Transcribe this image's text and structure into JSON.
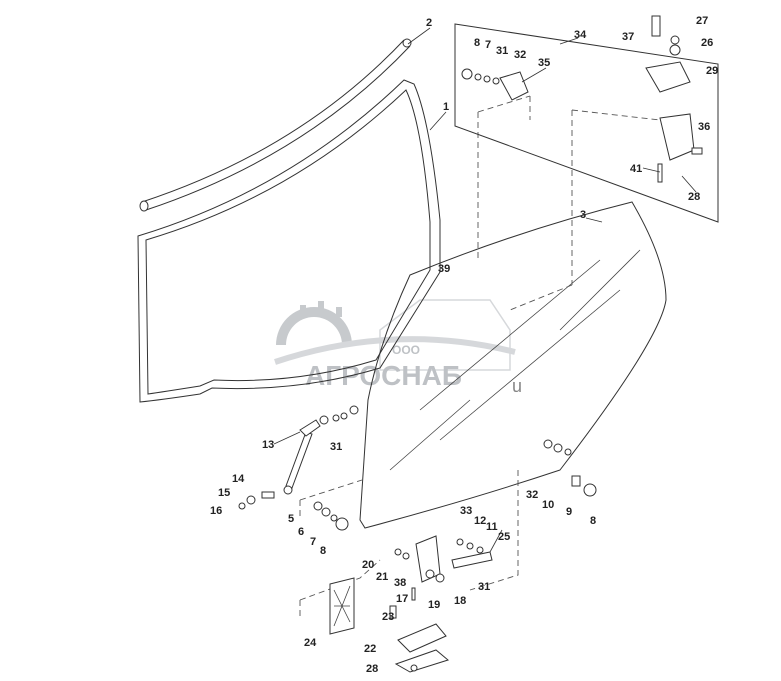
{
  "diagram": {
    "watermark": {
      "prefix": "ООО",
      "brand": "АГРОСНАБ",
      "suffix": "u"
    },
    "callouts": [
      {
        "id": "c2",
        "label": "2"
      },
      {
        "id": "c1",
        "label": "1"
      },
      {
        "id": "c34",
        "label": "34"
      },
      {
        "id": "c8a",
        "label": "8"
      },
      {
        "id": "c7a",
        "label": "7"
      },
      {
        "id": "c31a",
        "label": "31"
      },
      {
        "id": "c32a",
        "label": "32"
      },
      {
        "id": "c35",
        "label": "35"
      },
      {
        "id": "c37",
        "label": "37"
      },
      {
        "id": "c27",
        "label": "27"
      },
      {
        "id": "c26",
        "label": "26"
      },
      {
        "id": "c29",
        "label": "29"
      },
      {
        "id": "c36",
        "label": "36"
      },
      {
        "id": "c41",
        "label": "41"
      },
      {
        "id": "c28a",
        "label": "28"
      },
      {
        "id": "c3",
        "label": "3"
      },
      {
        "id": "c39",
        "label": "39"
      },
      {
        "id": "c13",
        "label": "13"
      },
      {
        "id": "c31b",
        "label": "31"
      },
      {
        "id": "c14",
        "label": "14"
      },
      {
        "id": "c15",
        "label": "15"
      },
      {
        "id": "c16",
        "label": "16"
      },
      {
        "id": "c5",
        "label": "5"
      },
      {
        "id": "c6",
        "label": "6"
      },
      {
        "id": "c7b",
        "label": "7"
      },
      {
        "id": "c8b",
        "label": "8"
      },
      {
        "id": "c32b",
        "label": "32"
      },
      {
        "id": "c10",
        "label": "10"
      },
      {
        "id": "c9",
        "label": "9"
      },
      {
        "id": "c8c",
        "label": "8"
      },
      {
        "id": "c33",
        "label": "33"
      },
      {
        "id": "c12",
        "label": "12"
      },
      {
        "id": "c11",
        "label": "11"
      },
      {
        "id": "c25",
        "label": "25"
      },
      {
        "id": "c20",
        "label": "20"
      },
      {
        "id": "c21",
        "label": "21"
      },
      {
        "id": "c38",
        "label": "38"
      },
      {
        "id": "c17",
        "label": "17"
      },
      {
        "id": "c19",
        "label": "19"
      },
      {
        "id": "c18",
        "label": "18"
      },
      {
        "id": "c31c",
        "label": "31"
      },
      {
        "id": "c23",
        "label": "23"
      },
      {
        "id": "c24",
        "label": "24"
      },
      {
        "id": "c22",
        "label": "22"
      },
      {
        "id": "c28b",
        "label": "28"
      }
    ]
  }
}
